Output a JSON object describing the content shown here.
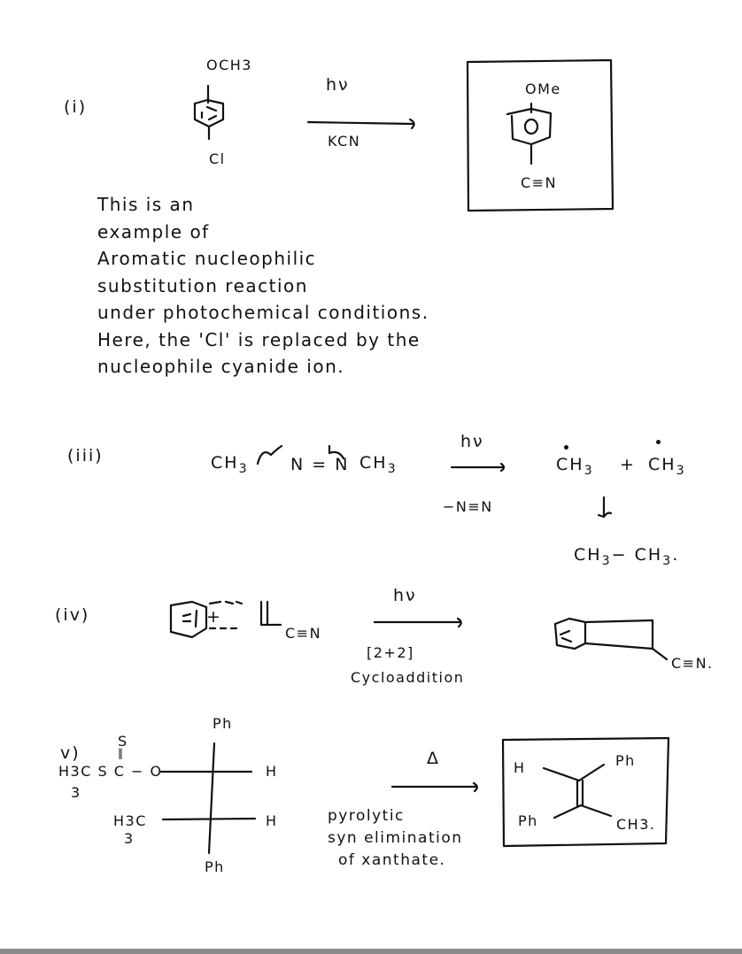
{
  "reactions": [
    {
      "label": "(i)",
      "reactant": {
        "top_substituent": "OCH3",
        "bottom_substituent": "Cl",
        "ring": "benzene"
      },
      "arrow": {
        "above": "hν",
        "below": "KCN"
      },
      "product": {
        "top_substituent": "OMe",
        "bottom_substituent": "C≡N",
        "ring": "benzene",
        "boxed": true
      },
      "explanation": [
        "This   is   an",
        "example  of",
        "Aromatic  nucleophilic",
        "substitution  reaction",
        "under  photochemical  conditions.",
        "Here,  the    'Cl'   is   replaced  by  the",
        "nucleophile   cyanide ion."
      ]
    },
    {
      "label": "(iii)",
      "reactant": {
        "left": "CH3",
        "middle": "N = N",
        "right": "CH3"
      },
      "arrow": {
        "above": "hν",
        "below": "−N≡N"
      },
      "intermediate": {
        "left": "•CH3",
        "plus": "+",
        "right": "•CH3"
      },
      "product": "CH3 − CH3."
    },
    {
      "label": "(iv)",
      "reactant": {
        "aromatic": "benzene",
        "plus": "+",
        "alkene_substituent": "C≡N"
      },
      "arrow": {
        "above": "hν",
        "below_1": "[2+2]",
        "below_2": "Cycloaddition"
      },
      "product": {
        "substituent": "C≡N."
      }
    },
    {
      "label": "v)",
      "reactant": {
        "thio": "S",
        "double_bond": "‖",
        "ester_left": "H3C S C − O",
        "ester_sub": "3",
        "top": "Ph",
        "bottom": "Ph",
        "right_top": "H",
        "right_bottom": "H",
        "methyl": "H3C",
        "methyl_sub": "3"
      },
      "arrow": {
        "above": "Δ"
      },
      "note": [
        "pyrolytic",
        "syn elimination",
        "of  xanthate."
      ],
      "product": {
        "top_left": "H",
        "top_right": "Ph",
        "bottom_left": "Ph",
        "bottom_right": "CH3.",
        "boxed": true
      }
    }
  ]
}
